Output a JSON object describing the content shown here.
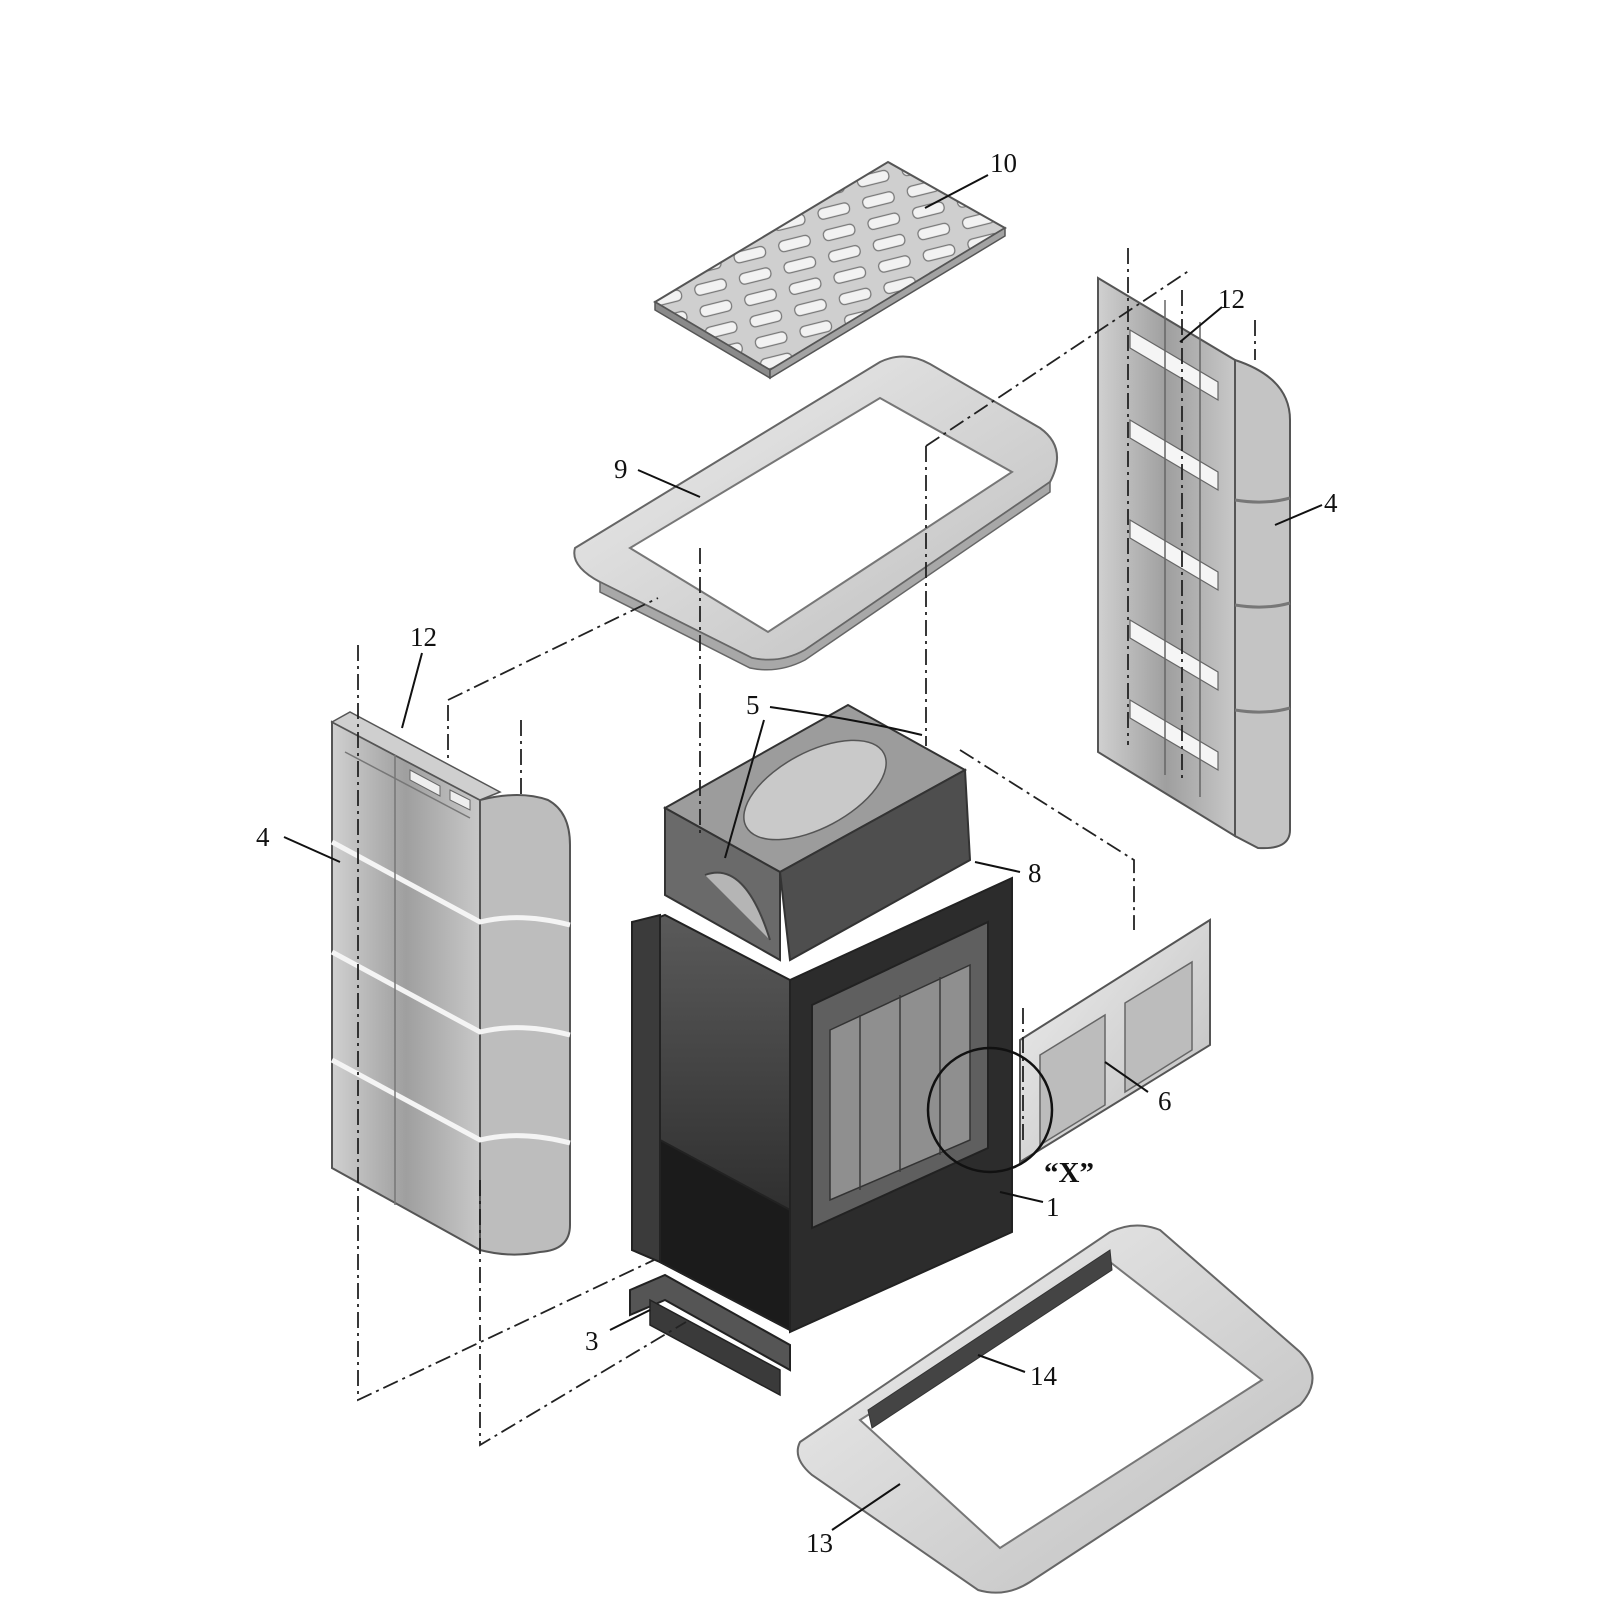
{
  "labels": {
    "top_grate": "10",
    "top_frame": "9",
    "right_panel_top": "12",
    "right_panel": "4",
    "left_panel_top": "12",
    "left_panel": "4",
    "bracket": "5",
    "hood": "8",
    "side_door": "6",
    "detail": "“X”",
    "firebox": "1",
    "base": "3",
    "base_frame_inner": "14",
    "base_frame_outer": "13"
  },
  "colors": {
    "ink": "#111111",
    "light_part": "#d9d9d9",
    "mid_part": "#9a9a9a",
    "dark_part": "#2a2a2a"
  }
}
